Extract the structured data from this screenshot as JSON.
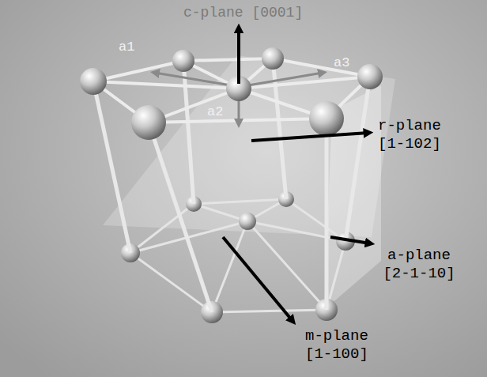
{
  "diagram": {
    "labels": [
      "c-plane [0001]",
      "a1",
      "a2",
      "a3",
      "r-plane [1-102]",
      "a-plane [2-1-10]",
      "m-plane [1-100]"
    ]
  }
}
